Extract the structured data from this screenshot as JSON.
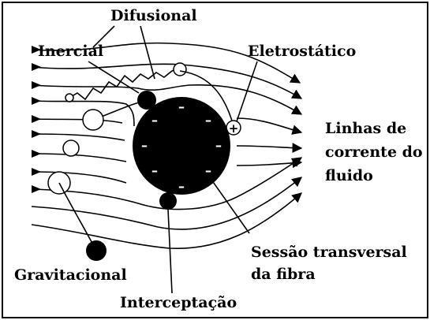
{
  "labels": {
    "difusional": "Difusional",
    "inercial": "Inercial",
    "eletrostatico": "Eletrostático",
    "linhas_1": "Linhas de",
    "linhas_2": "corrente do",
    "linhas_3": "fluido",
    "gravitacional": "Gravitacional",
    "sessao_1": "Sessão transversal",
    "sessao_2": "da fibra",
    "interceptacao": "Interceptação"
  },
  "fiber_charge_symbol": "–",
  "particle_charge_symbol": "+",
  "colors": {
    "ink": "#000000",
    "background": "#ffffff"
  }
}
